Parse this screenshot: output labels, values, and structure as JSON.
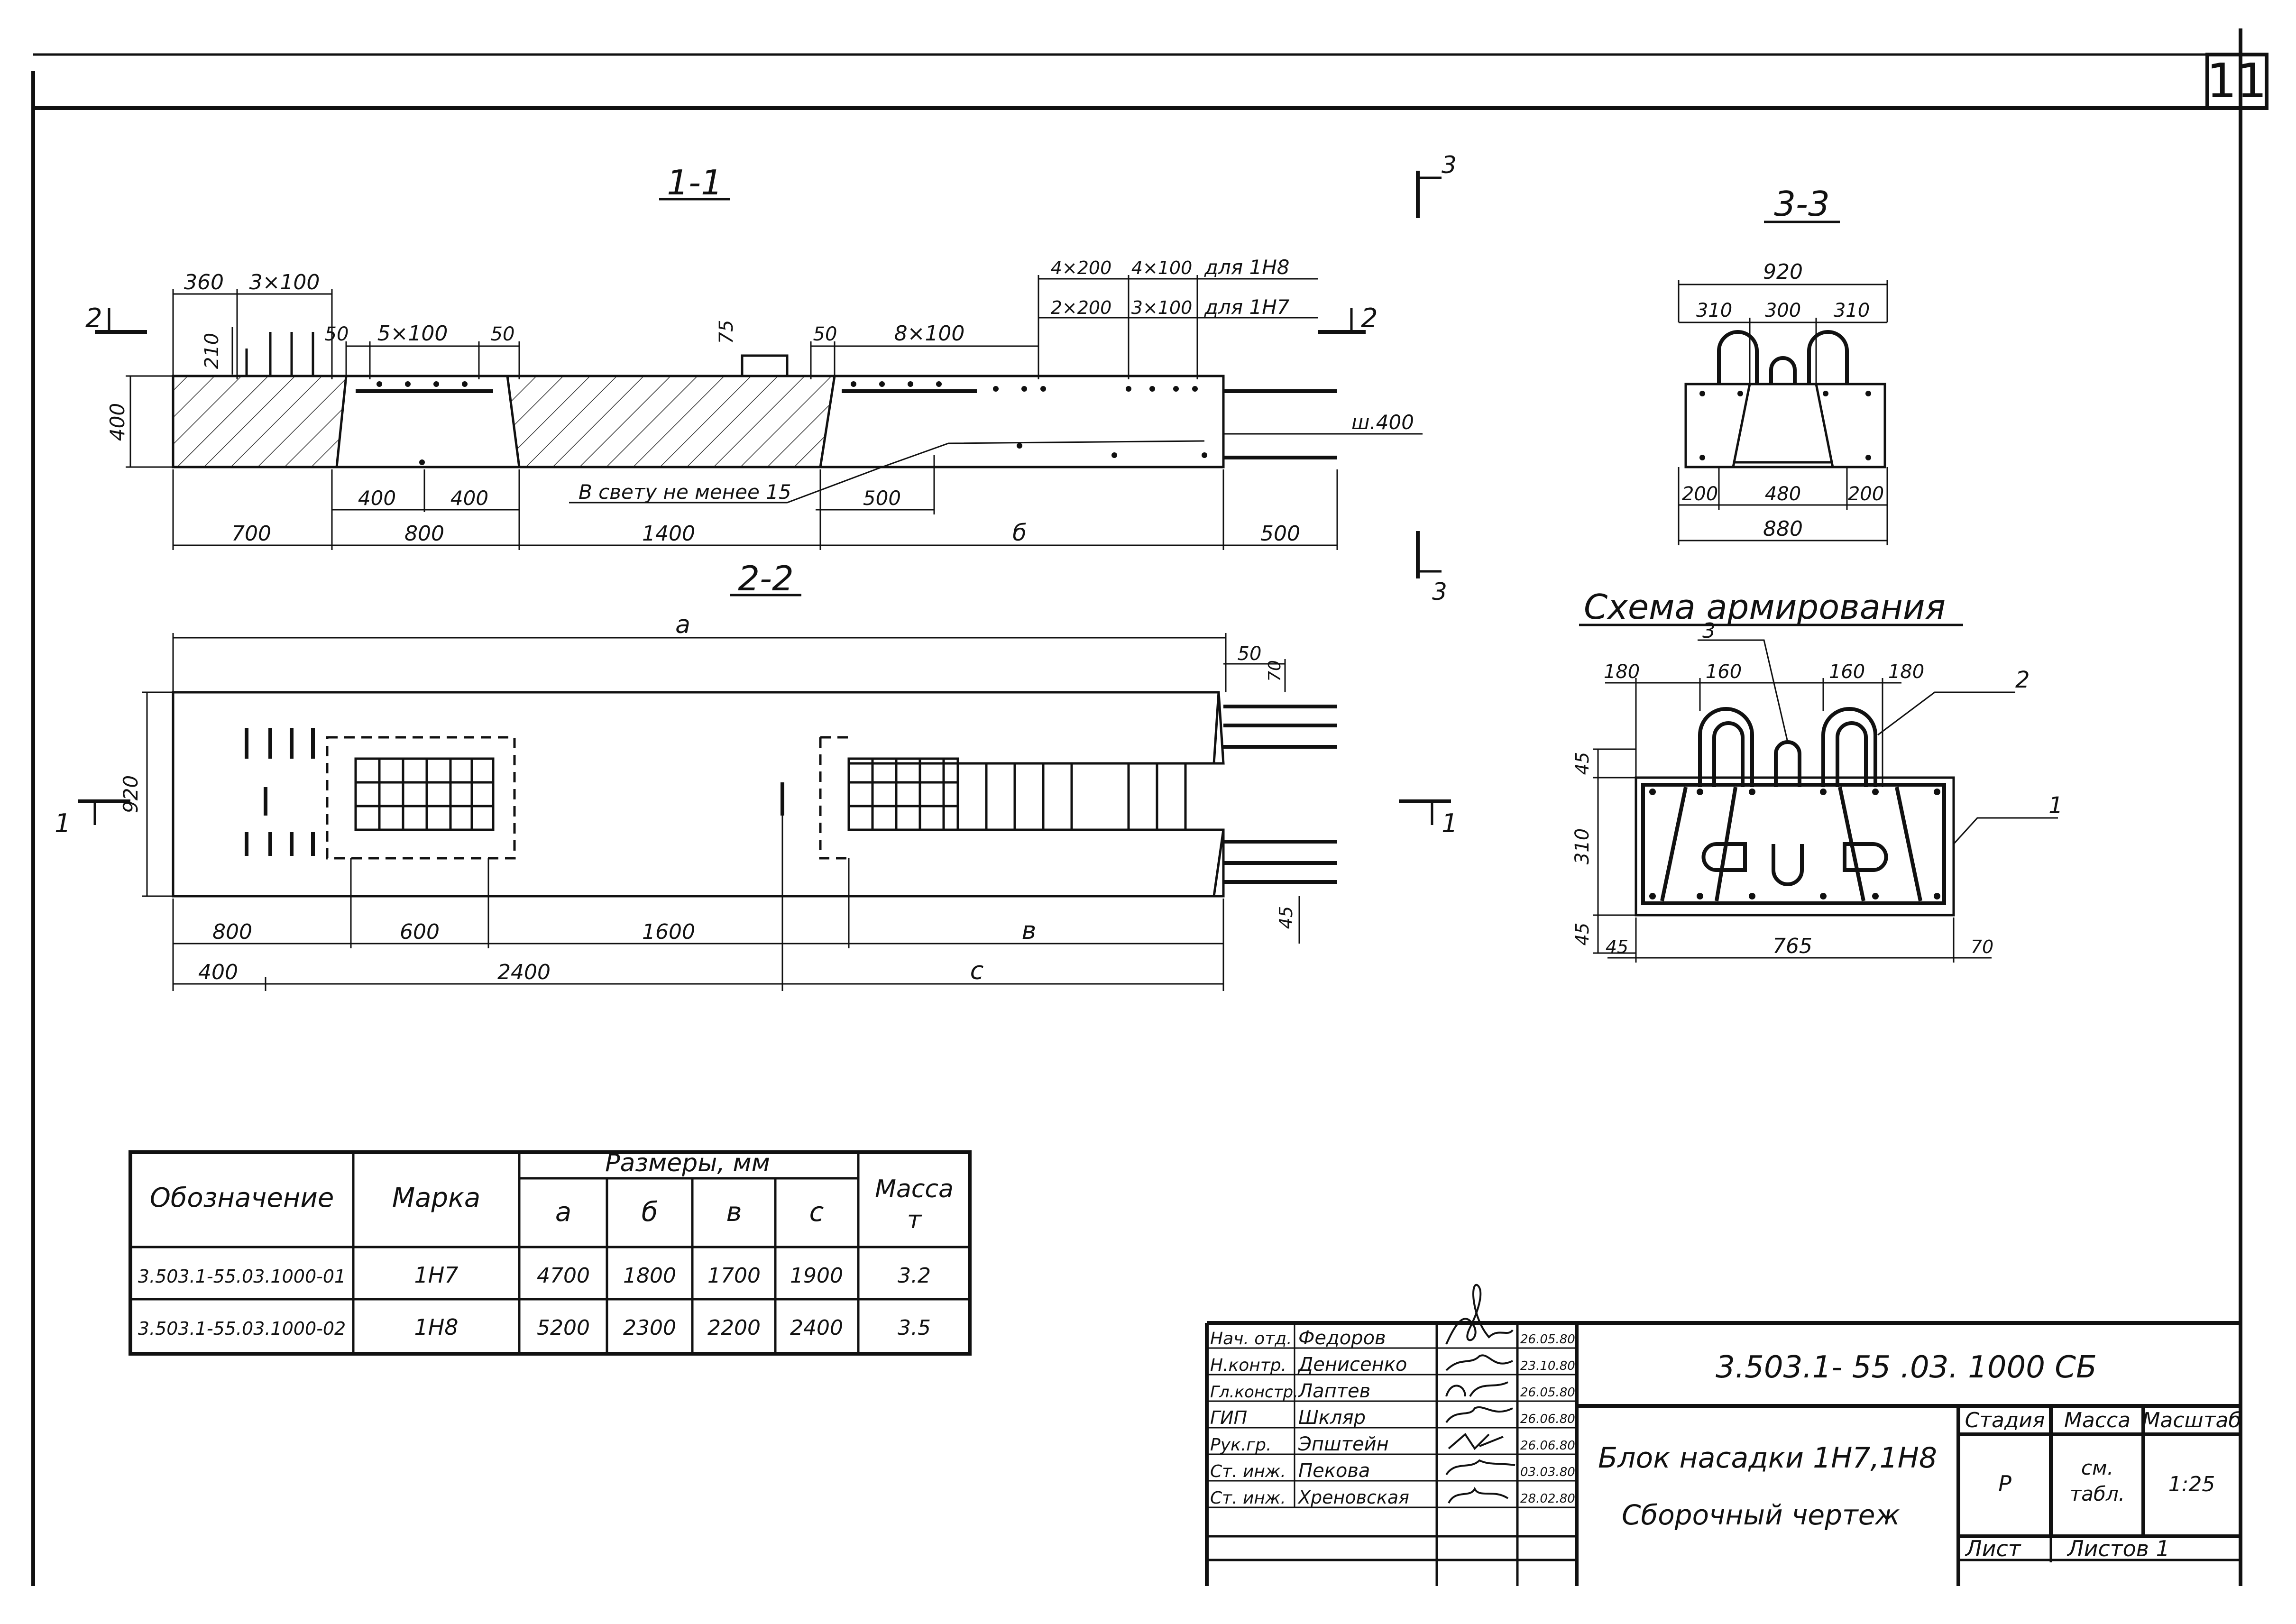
{
  "sheet_number": "11",
  "sections": {
    "s11": {
      "title": "1-1"
    },
    "s22": {
      "title": "2-2"
    },
    "s33": {
      "title": "3-3"
    },
    "arm": {
      "title": "Схема армирования"
    }
  },
  "cut_marks": {
    "c3": "3",
    "c2": "2",
    "c1": "1"
  },
  "view11": {
    "top_360": "360",
    "top_3x100": "3×100",
    "d210": "210",
    "d50a": "50",
    "d5x100": "5×100",
    "d50b": "50",
    "d75": "75",
    "d50c": "50",
    "d8x100": "8×100",
    "line1a": "4×200",
    "line1b": "4×100",
    "line1c": "для 1Н8",
    "line2a": "2×200",
    "line2b": "3×100",
    "line2c": "для 1Н7",
    "h400": "400",
    "b400a": "400",
    "b400b": "400",
    "note": "В свету не менее 15",
    "d500mid": "500",
    "w400": "ш.400",
    "bottom": [
      "700",
      "800",
      "1400",
      "б",
      "500"
    ]
  },
  "view22": {
    "top_a": "а",
    "d50": "50",
    "d70": "70",
    "h920": "920",
    "d45": "45",
    "row1": [
      "800",
      "600",
      "1600",
      "в"
    ],
    "row2": [
      "400",
      "2400",
      "с"
    ]
  },
  "view33": {
    "w920": "920",
    "top": [
      "310",
      "300",
      "310"
    ],
    "bot": [
      "200",
      "480",
      "200"
    ],
    "w880": "880"
  },
  "arm": {
    "callout3": "3",
    "callout2": "2",
    "callout1": "1",
    "top": [
      "180",
      "160",
      "160",
      "180"
    ],
    "left": [
      "45",
      "310",
      "45"
    ],
    "bot": [
      "45",
      "765",
      "70"
    ]
  },
  "table": {
    "h_designation": "Обозначение",
    "h_mark": "Марка",
    "h_sizes": "Размеры, мм",
    "h_a": "а",
    "h_b": "б",
    "h_v": "в",
    "h_c": "с",
    "h_mass": "Масса",
    "h_mass_unit": "т",
    "rows": [
      {
        "designation": "3.503.1-55.03.1000-01",
        "mark": "1Н7",
        "a": "4700",
        "b": "1800",
        "v": "1700",
        "c": "1900",
        "mass": "3.2"
      },
      {
        "designation": "3.503.1-55.03.1000-02",
        "mark": "1Н8",
        "a": "5200",
        "b": "2300",
        "v": "2200",
        "c": "2400",
        "mass": "3.5"
      }
    ]
  },
  "title_block": {
    "doc_code": "3.503.1- 55 .03. 1000 СБ",
    "title": "Блок насадки 1Н7,1Н8",
    "subtitle": "Сборочный чертеж",
    "h_stage": "Стадия",
    "h_mass": "Масса",
    "h_scale": "Масштаб",
    "stage": "Р",
    "mass_1": "см.",
    "mass_2": "табл.",
    "scale": "1:25",
    "sheet_label": "Лист",
    "sheets_label": "Листов 1",
    "staff": [
      {
        "role": "Нач. отд.",
        "name": "Федоров",
        "date": "26.05.80"
      },
      {
        "role": "Н.контр.",
        "name": "Денисенко",
        "date": "23.10.80"
      },
      {
        "role": "Гл.констр.",
        "name": "Лаптев",
        "date": "26.05.80"
      },
      {
        "role": "ГИП",
        "name": "Шкляр",
        "date": "26.06.80"
      },
      {
        "role": "Рук.гр.",
        "name": "Эпштейн",
        "date": "26.06.80"
      },
      {
        "role": "Ст. инж.",
        "name": "Пекова",
        "date": "03.03.80"
      },
      {
        "role": "Ст. инж.",
        "name": "Хреновская",
        "date": "28.02.80"
      }
    ]
  }
}
